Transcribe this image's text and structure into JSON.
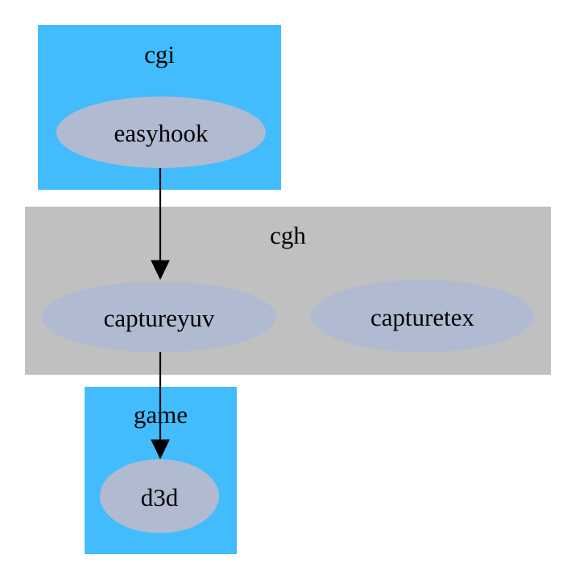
{
  "diagram": {
    "type": "directed-graph",
    "background_color": "#ffffff",
    "font_style": "serif",
    "text_color": "#000000",
    "edge_color": "#000000",
    "clusters": [
      {
        "id": "cgi",
        "label": "cgi",
        "fill_color": "#42bcfc",
        "nodes": [
          "easyhook"
        ]
      },
      {
        "id": "cgh",
        "label": "cgh",
        "fill_color": "#c0c0c0",
        "nodes": [
          "captureyuv",
          "capturetex"
        ]
      },
      {
        "id": "game",
        "label": "game",
        "fill_color": "#42bcfc",
        "nodes": [
          "d3d"
        ]
      }
    ],
    "nodes": [
      {
        "id": "easyhook",
        "label": "easyhook",
        "shape": "ellipse",
        "fill_color": "#b0bad0",
        "cluster": "cgi"
      },
      {
        "id": "captureyuv",
        "label": "captureyuv",
        "shape": "ellipse",
        "fill_color": "#b0bad0",
        "cluster": "cgh"
      },
      {
        "id": "capturetex",
        "label": "capturetex",
        "shape": "ellipse",
        "fill_color": "#b0bad0",
        "cluster": "cgh"
      },
      {
        "id": "d3d",
        "label": "d3d",
        "shape": "ellipse",
        "fill_color": "#b0bad0",
        "cluster": "game"
      }
    ],
    "edges": [
      {
        "id": "easyhook-captureyuv",
        "from": "easyhook",
        "to": "captureyuv",
        "arrowhead": "normal",
        "label": ""
      },
      {
        "id": "captureyuv-d3d",
        "from": "captureyuv",
        "to": "d3d",
        "arrowhead": "normal",
        "label": ""
      }
    ]
  }
}
